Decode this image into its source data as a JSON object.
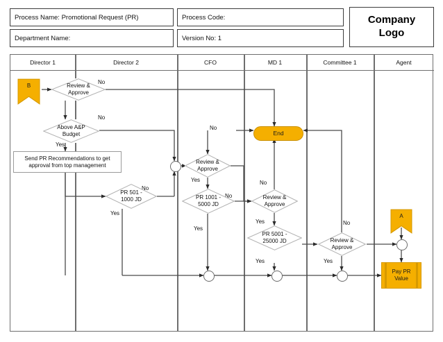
{
  "header": {
    "process_name": "Process Name: Promotional Request (PR)",
    "department_name": "Department Name:",
    "process_code": "Process Code:",
    "version_no": "Version No: 1",
    "logo_line1": "Company",
    "logo_line2": "Logo"
  },
  "lanes": [
    {
      "label": "Director 1"
    },
    {
      "label": "Director 2"
    },
    {
      "label": "CFO"
    },
    {
      "label": "MD 1"
    },
    {
      "label": "Committee 1"
    },
    {
      "label": "Agent"
    }
  ],
  "colors": {
    "accent": "#F5AF00",
    "accent_border": "#d79a00",
    "lane_border": "#6e6e6e",
    "shape_outline": "#9a9a9a",
    "connector": "#3b3b3b"
  },
  "nodes": {
    "off_page_b": "B",
    "off_page_a": "A",
    "review_approve_1": "Review &\nApprove",
    "above_ap_budget": "Above A&P\nBudget",
    "send_pr_recommendations": "Send PR Recommendations to get approval from top management",
    "pr_501_1000": "PR 501 -\n1000 JD",
    "review_approve_2": "Review &\nApprove",
    "pr_1001_5000": "PR 1001 -\n5000 JD",
    "review_approve_3": "Review &\nApprove",
    "pr_5001_25000": "PR 5001 -\n25000 JD",
    "review_approve_4": "Review &\nApprove",
    "end": "End",
    "pay_pr_value": "Pay PR\nValue"
  },
  "edge_labels": {
    "review1_no": "No",
    "budget_no": "No",
    "budget_yes": "Yes",
    "pr501_no": "No",
    "pr501_yes": "Yes",
    "review2_no": "No",
    "review2_yes": "Yes",
    "pr1001_no": "No",
    "pr1001_yes": "Yes",
    "review3_no": "No",
    "review3_yes": "Yes",
    "pr5001_no": "No",
    "pr5001_yes": "Yes",
    "review4_no": "No",
    "review4_yes": "Yes"
  },
  "chart_data": {
    "type": "table",
    "title": "Promotional Request (PR) Approval Swimlane Flowchart",
    "lanes": [
      "Director 1",
      "Director 2",
      "CFO",
      "MD 1",
      "Committee 1",
      "Agent"
    ],
    "flow": [
      {
        "from": "B",
        "to": "Review & Approve",
        "lane": "Director 1/Director 2",
        "label": ""
      },
      {
        "from": "Review & Approve",
        "to": "End",
        "label": "No"
      },
      {
        "from": "Review & Approve",
        "to": "Above A&P Budget",
        "label": ""
      },
      {
        "from": "Above A&P Budget",
        "to": "Review & Approve (CFO)",
        "label": "No"
      },
      {
        "from": "Above A&P Budget",
        "to": "Send PR Recommendations to get approval from top management",
        "label": "Yes"
      },
      {
        "from": "Send PR Recommendations to get approval from top management",
        "to": "PR 501 - 1000 JD",
        "label": ""
      },
      {
        "from": "PR 501 - 1000 JD",
        "to": "Review & Approve (CFO)",
        "label": "No"
      },
      {
        "from": "PR 501 - 1000 JD",
        "to": "Pay PR Value",
        "label": "Yes"
      },
      {
        "from": "Review & Approve (CFO)",
        "to": "End",
        "label": "No"
      },
      {
        "from": "Review & Approve (CFO)",
        "to": "PR 1001 - 5000 JD",
        "label": "Yes"
      },
      {
        "from": "PR 1001 - 5000 JD",
        "to": "Review & Approve (MD 1)",
        "label": "No"
      },
      {
        "from": "PR 1001 - 5000 JD",
        "to": "Pay PR Value",
        "label": "Yes"
      },
      {
        "from": "Review & Approve (MD 1)",
        "to": "End",
        "label": "No"
      },
      {
        "from": "Review & Approve (MD 1)",
        "to": "PR 5001 - 25000 JD",
        "label": "Yes"
      },
      {
        "from": "PR 5001 - 25000 JD",
        "to": "Review & Approve (Committee 1)",
        "label": "No"
      },
      {
        "from": "PR 5001 - 25000 JD",
        "to": "Pay PR Value",
        "label": "Yes"
      },
      {
        "from": "Review & Approve (Committee 1)",
        "to": "End",
        "label": "No"
      },
      {
        "from": "Review & Approve (Committee 1)",
        "to": "Pay PR Value",
        "label": "Yes"
      },
      {
        "from": "A",
        "to": "Pay PR Value",
        "label": ""
      }
    ]
  }
}
